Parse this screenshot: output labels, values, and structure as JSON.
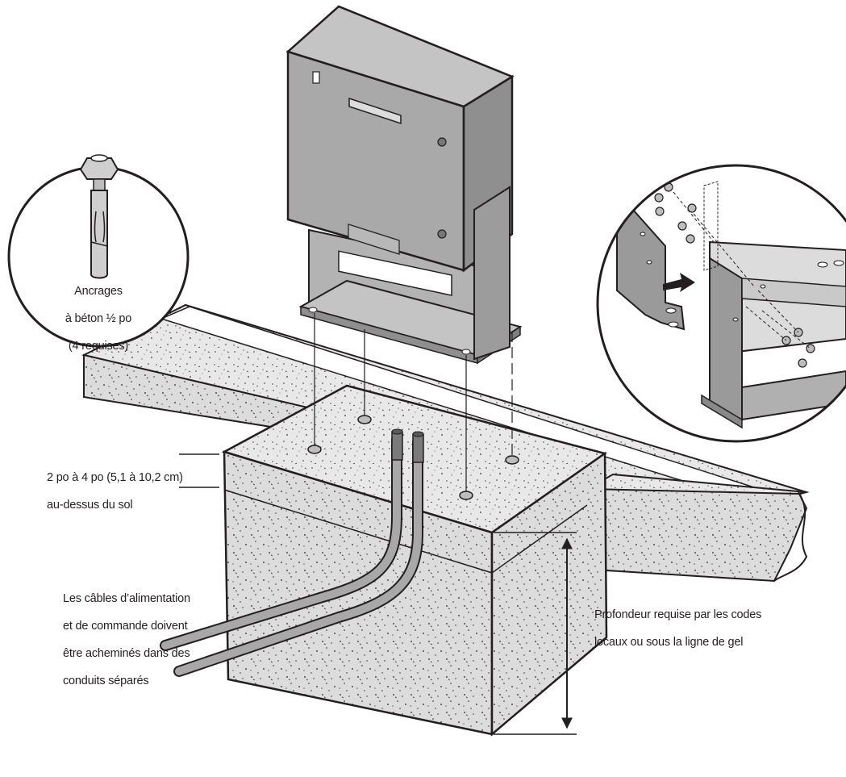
{
  "labels": {
    "anchors": [
      "Ancrages",
      "à béton ½ po",
      "(4 requises)"
    ],
    "height": [
      "2 po à 4 po (5,1 à 10,2 cm)",
      "au-dessus du sol"
    ],
    "cables": [
      "Les câbles d’alimentation",
      "et de commande doivent",
      "être acheminés dans des",
      "conduits séparés"
    ],
    "depth": [
      "Profondeur requise par les codes",
      "locaux ou sous la ligne de gel"
    ]
  },
  "colors": {
    "line": "#231f20",
    "concrete": "#e6e6e6",
    "concrete_dark": "#d2d2d2",
    "operator_front": "#a9a9a9",
    "operator_side": "#8f8f8f",
    "operator_top": "#c4c4c4",
    "conduit": "#9a9a9a"
  }
}
